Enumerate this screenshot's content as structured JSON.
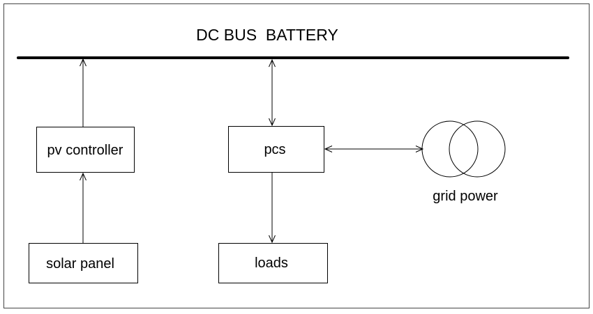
{
  "diagram": {
    "title": "DC BUS  BATTERY",
    "nodes": {
      "pv_controller": "pv controller",
      "solar_panel": "solar panel",
      "pcs": "pcs",
      "loads": "loads",
      "grid_power": "grid power"
    },
    "edges": [
      {
        "from": "pv_controller",
        "to": "dc_bus",
        "direction": "forward"
      },
      {
        "from": "solar_panel",
        "to": "pv_controller",
        "direction": "forward"
      },
      {
        "from": "pcs",
        "to": "dc_bus",
        "direction": "bidirectional"
      },
      {
        "from": "pcs",
        "to": "loads",
        "direction": "forward"
      },
      {
        "from": "pcs",
        "to": "grid_power",
        "direction": "bidirectional"
      }
    ],
    "colors": {
      "line": "#000000",
      "background": "#ffffff",
      "frame": "#444444"
    }
  }
}
